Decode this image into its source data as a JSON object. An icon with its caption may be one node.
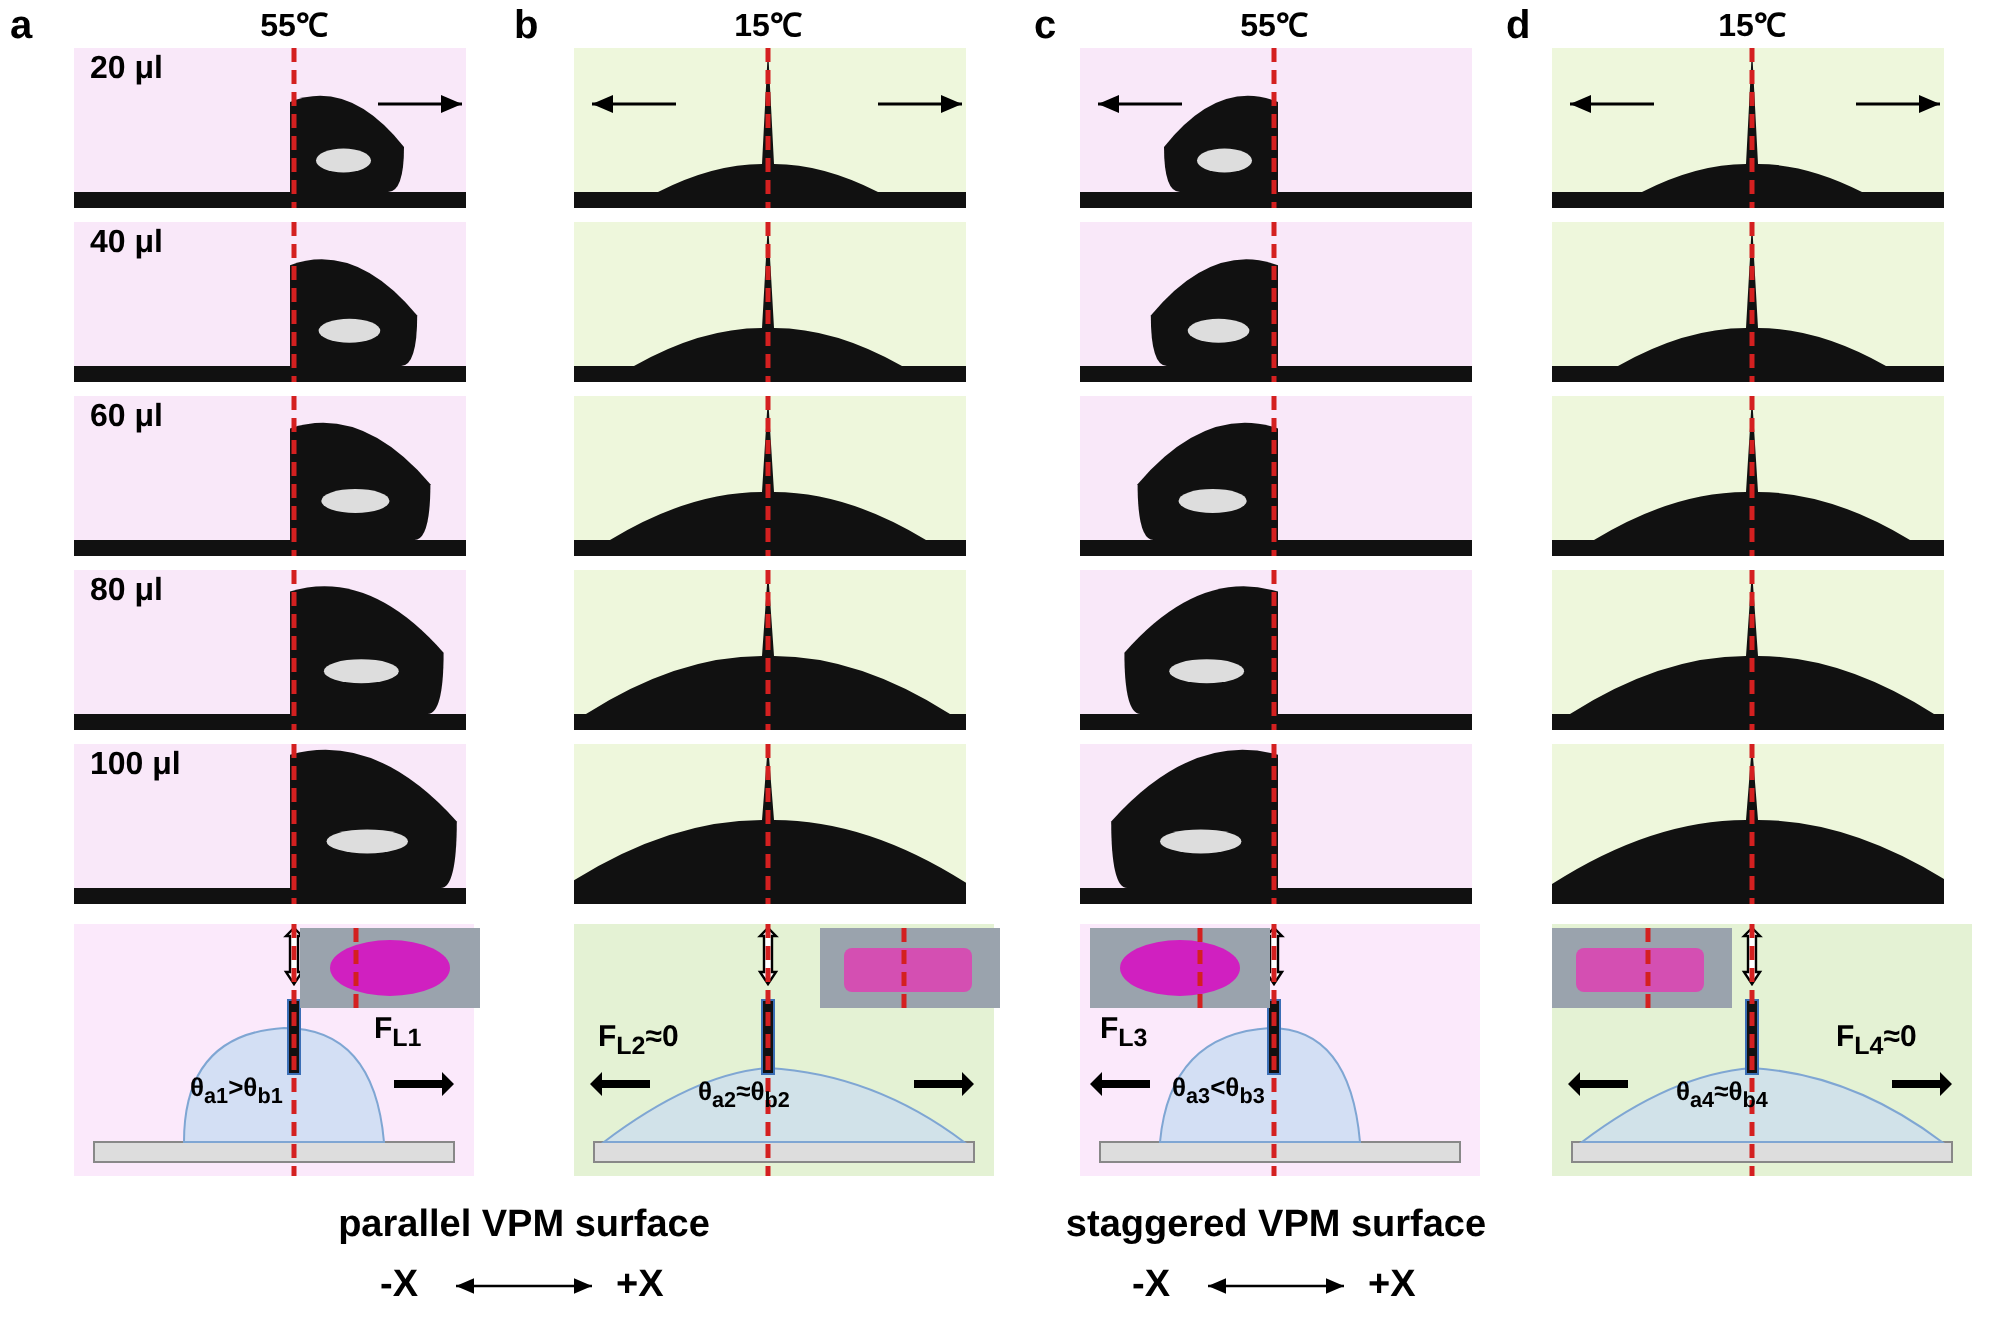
{
  "diagram": {
    "labels": [
      "a",
      "55℃",
      "b",
      "15℃",
      "c",
      "55℃",
      "d",
      "15℃",
      "20 μl",
      "40 μl",
      "60 μl",
      "80 μl",
      "100 μl",
      "F$_{L1}$",
      "θ$_{a1}$>θ$_{b1}$",
      "F$_{L2}$≈0",
      "θ$_{a2}$≈θ$_{b2}$",
      "F$_{L3}$",
      "θ$_{a3}$<θ$_{b3}$",
      "F$_{L4}$≈0",
      "θ$_{a4}$≈θ$_{b4}$",
      "parallel VPM surface",
      "-X",
      "+X",
      "staggered VPM surface",
      "-X",
      "+X"
    ]
  }
}
